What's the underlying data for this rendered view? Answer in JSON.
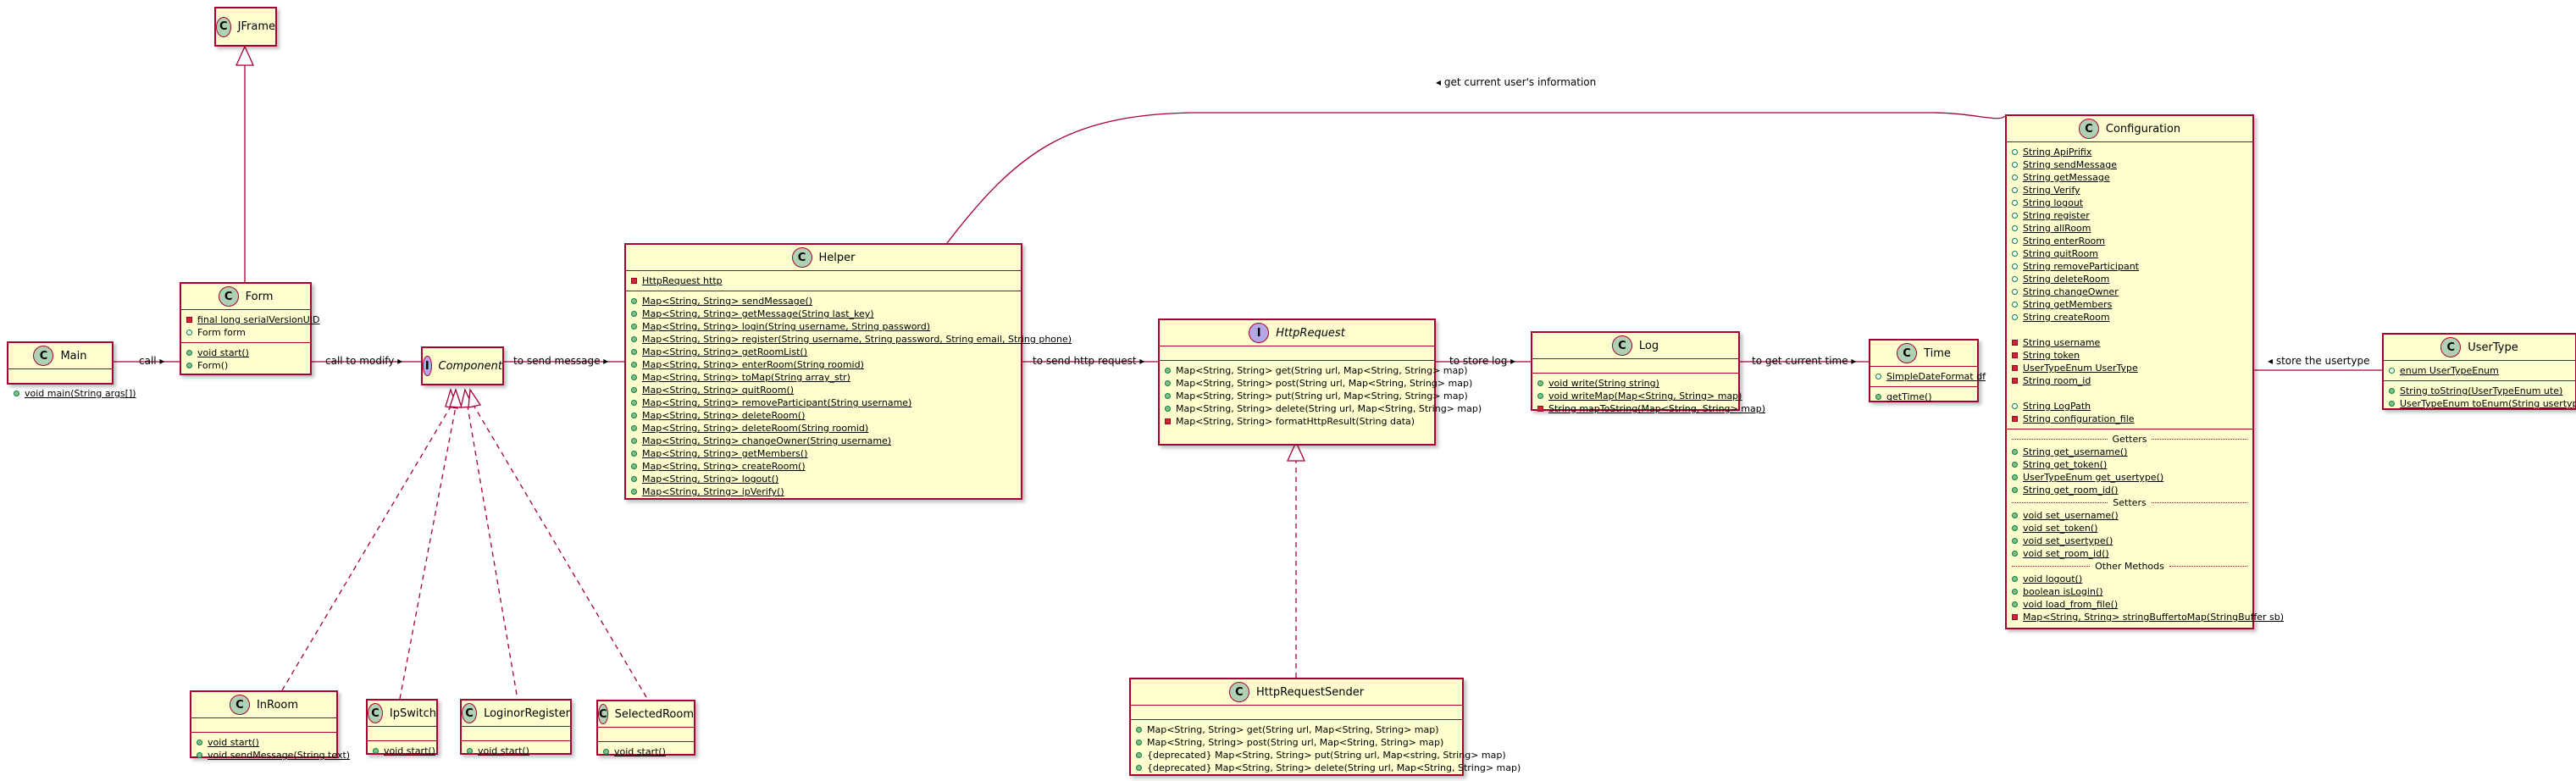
{
  "classes": [
    {
      "id": "JFrame",
      "name": "JFrame",
      "kind": "class",
      "fields": [],
      "methods": []
    },
    {
      "id": "Main",
      "name": "Main",
      "kind": "class",
      "fields": [],
      "methods": [
        {
          "vis": "pub",
          "text": "void main(String args[])",
          "static": true
        }
      ]
    },
    {
      "id": "Form",
      "name": "Form",
      "kind": "class",
      "fields": [
        {
          "vis": "priv",
          "text": "final long serialVersionUID",
          "static": true
        },
        {
          "vis": "prot",
          "text": "Form form",
          "static": false
        }
      ],
      "methods": [
        {
          "vis": "pub",
          "text": "void start()",
          "static": true
        },
        {
          "vis": "pub",
          "text": "Form()",
          "static": false
        }
      ]
    },
    {
      "id": "Component",
      "name": "Component",
      "kind": "interface",
      "fields": [],
      "methods": []
    },
    {
      "id": "Helper",
      "name": "Helper",
      "kind": "class",
      "fields": [
        {
          "vis": "priv",
          "text": "HttpRequest http",
          "static": true
        }
      ],
      "methods": [
        {
          "vis": "pub",
          "text": "Map<String, String> sendMessage()",
          "static": true
        },
        {
          "vis": "pub",
          "text": "Map<String, String> getMessage(String last_key)",
          "static": true
        },
        {
          "vis": "pub",
          "text": "Map<String, String> login(String username, String password)",
          "static": true
        },
        {
          "vis": "pub",
          "text": "Map<String, String> register(String username, String password, String email, String phone)",
          "static": true
        },
        {
          "vis": "pub",
          "text": "Map<String, String> getRoomList()",
          "static": true
        },
        {
          "vis": "pub",
          "text": "Map<String, String> enterRoom(String roomid)",
          "static": true
        },
        {
          "vis": "pub",
          "text": "Map<String, String> toMap(String array_str)",
          "static": true
        },
        {
          "vis": "pub",
          "text": "Map<String, String> quitRoom()",
          "static": true
        },
        {
          "vis": "pub",
          "text": "Map<String, String> removeParticipant(String username)",
          "static": true
        },
        {
          "vis": "pub",
          "text": "Map<String, String> deleteRoom()",
          "static": true
        },
        {
          "vis": "pub",
          "text": "Map<String, String> deleteRoom(String roomid)",
          "static": true
        },
        {
          "vis": "pub",
          "text": "Map<String, String> changeOwner(String username)",
          "static": true
        },
        {
          "vis": "pub",
          "text": "Map<String, String> getMembers()",
          "static": true
        },
        {
          "vis": "pub",
          "text": "Map<String, String> createRoom()",
          "static": true
        },
        {
          "vis": "pub",
          "text": "Map<String, String> logout()",
          "static": true
        },
        {
          "vis": "pub",
          "text": "Map<String, String> ipVerify()",
          "static": true
        }
      ]
    },
    {
      "id": "HttpRequest",
      "name": "HttpRequest",
      "kind": "interface",
      "fields": [],
      "methods": [
        {
          "vis": "pub",
          "text": "Map<String, String> get(String url, Map<String, String> map)",
          "static": false
        },
        {
          "vis": "pub",
          "text": "Map<String, String> post(String url, Map<String, String> map)",
          "static": false
        },
        {
          "vis": "pub",
          "text": "Map<String, String> put(String url, Map<String, String> map)",
          "static": false
        },
        {
          "vis": "pub",
          "text": "Map<String, String> delete(String url, Map<String, String> map)",
          "static": false
        },
        {
          "vis": "priv",
          "text": "Map<String, String> formatHttpResult(String data)",
          "static": false
        }
      ]
    },
    {
      "id": "HttpRequestSender",
      "name": "HttpRequestSender",
      "kind": "class",
      "fields": [],
      "methods": [
        {
          "vis": "pub",
          "text": "Map<String, String> get(String url, Map<String, String> map)",
          "static": false
        },
        {
          "vis": "pub",
          "text": "Map<String, String> post(String url, Map<String, String> map)",
          "static": false
        },
        {
          "vis": "pub",
          "text": "{deprecated} Map<String, String> put(String url, Map<string, String> map)",
          "static": false
        },
        {
          "vis": "pub",
          "text": "{deprecated} Map<String, String> delete(String url, Map<String, String> map)",
          "static": false
        }
      ]
    },
    {
      "id": "Log",
      "name": "Log",
      "kind": "class",
      "fields": [],
      "methods": [
        {
          "vis": "pub",
          "text": "void write(String string)",
          "static": true
        },
        {
          "vis": "pub",
          "text": "void writeMap(Map<String, String> map)",
          "static": true
        },
        {
          "vis": "priv",
          "text": "String mapToString(Map<String, String> map)",
          "static": true
        }
      ]
    },
    {
      "id": "Time",
      "name": "Time",
      "kind": "class",
      "fields": [
        {
          "vis": "prot",
          "text": "SimpleDateFormat df",
          "static": true
        }
      ],
      "methods": [
        {
          "vis": "pub",
          "text": "getTime()",
          "static": true
        }
      ]
    },
    {
      "id": "Configuration",
      "name": "Configuration",
      "kind": "class",
      "fields": [
        {
          "vis": "prot",
          "text": "String ApiPrifix",
          "static": true
        },
        {
          "vis": "prot",
          "text": "String sendMessage",
          "static": true
        },
        {
          "vis": "prot",
          "text": "String getMessage",
          "static": true
        },
        {
          "vis": "prot",
          "text": "String Verify",
          "static": true
        },
        {
          "vis": "prot",
          "text": "String logout",
          "static": true
        },
        {
          "vis": "prot",
          "text": "String register",
          "static": true
        },
        {
          "vis": "prot",
          "text": "String allRoom",
          "static": true
        },
        {
          "vis": "prot",
          "text": "String enterRoom",
          "static": true
        },
        {
          "vis": "prot",
          "text": "String quitRoom",
          "static": true
        },
        {
          "vis": "prot",
          "text": "String removeParticipant",
          "static": true
        },
        {
          "vis": "prot",
          "text": "String deleteRoom",
          "static": true
        },
        {
          "vis": "prot",
          "text": "String changeOwner",
          "static": true
        },
        {
          "vis": "prot",
          "text": "String getMembers",
          "static": true
        },
        {
          "vis": "prot",
          "text": "String createRoom",
          "static": true
        },
        {
          "gap": true
        },
        {
          "vis": "priv",
          "text": "String username",
          "static": true
        },
        {
          "vis": "priv",
          "text": "String token",
          "static": true
        },
        {
          "vis": "priv",
          "text": "UserTypeEnum UserType",
          "static": true
        },
        {
          "vis": "priv",
          "text": "String room_id",
          "static": true
        },
        {
          "gap": true
        },
        {
          "vis": "prot",
          "text": "String LogPath",
          "static": true
        },
        {
          "vis": "priv",
          "text": "String configuration_file",
          "static": true
        }
      ],
      "methods": [
        {
          "section": "Getters"
        },
        {
          "vis": "pub",
          "text": "String get_username()",
          "static": true
        },
        {
          "vis": "pub",
          "text": "String get_token()",
          "static": true
        },
        {
          "vis": "pub",
          "text": "UserTypeEnum get_usertype()",
          "static": true
        },
        {
          "vis": "pub",
          "text": "String get_room_id()",
          "static": true
        },
        {
          "section": "Setters"
        },
        {
          "vis": "pub",
          "text": "void set_username()",
          "static": true
        },
        {
          "vis": "pub",
          "text": "void set_token()",
          "static": true
        },
        {
          "vis": "pub",
          "text": "void set_usertype()",
          "static": true
        },
        {
          "vis": "pub",
          "text": "void set_room_id()",
          "static": true
        },
        {
          "section": "Other Methods"
        },
        {
          "vis": "pub",
          "text": "void logout()",
          "static": true
        },
        {
          "vis": "pub",
          "text": "boolean isLogin()",
          "static": true
        },
        {
          "vis": "pub",
          "text": "void load_from_file()",
          "static": true
        },
        {
          "vis": "priv",
          "text": "Map<String, String> stringBuffertoMap(StringBuffer sb)",
          "static": true
        }
      ]
    },
    {
      "id": "UserType",
      "name": "UserType",
      "kind": "class",
      "fields": [
        {
          "vis": "prot",
          "text": "enum UserTypeEnum",
          "static": true
        }
      ],
      "methods": [
        {
          "vis": "pub",
          "text": "String toString(UserTypeEnum ute)",
          "static": true
        },
        {
          "vis": "pub",
          "text": "UserTypeEnum toEnum(String usertype)",
          "static": true
        }
      ]
    },
    {
      "id": "InRoom",
      "name": "InRoom",
      "kind": "class",
      "fields": [],
      "methods": [
        {
          "vis": "pub",
          "text": "void start()",
          "static": true
        },
        {
          "vis": "pub",
          "text": "void sendMessage(String text)",
          "static": true
        }
      ]
    },
    {
      "id": "IpSwitch",
      "name": "IpSwitch",
      "kind": "class",
      "fields": [],
      "methods": [
        {
          "vis": "pub",
          "text": "void start()",
          "static": true
        }
      ]
    },
    {
      "id": "LoginorRegister",
      "name": "LoginorRegister",
      "kind": "class",
      "fields": [],
      "methods": [
        {
          "vis": "pub",
          "text": "void start()",
          "static": true
        }
      ]
    },
    {
      "id": "SelectedRoom",
      "name": "SelectedRoom",
      "kind": "class",
      "fields": [],
      "methods": [
        {
          "vis": "pub",
          "text": "void start()",
          "static": true
        }
      ]
    }
  ],
  "edges": {
    "main_form": "call ▸",
    "form_component": "call to modify ▸",
    "component_helper": "to send message ▸",
    "helper_http": "to send http request ▸",
    "http_log": "to store log ▸",
    "log_time": "to get current time ▸",
    "config_helper": "◂ get current user's information",
    "config_usertype": "◂ store the usertype"
  },
  "colors": {
    "border": "#a80036",
    "fill": "#fefece",
    "class_badge": "#add1b2",
    "interface_badge": "#b4a7e5",
    "public": "#84be84",
    "private": "#c82930"
  }
}
